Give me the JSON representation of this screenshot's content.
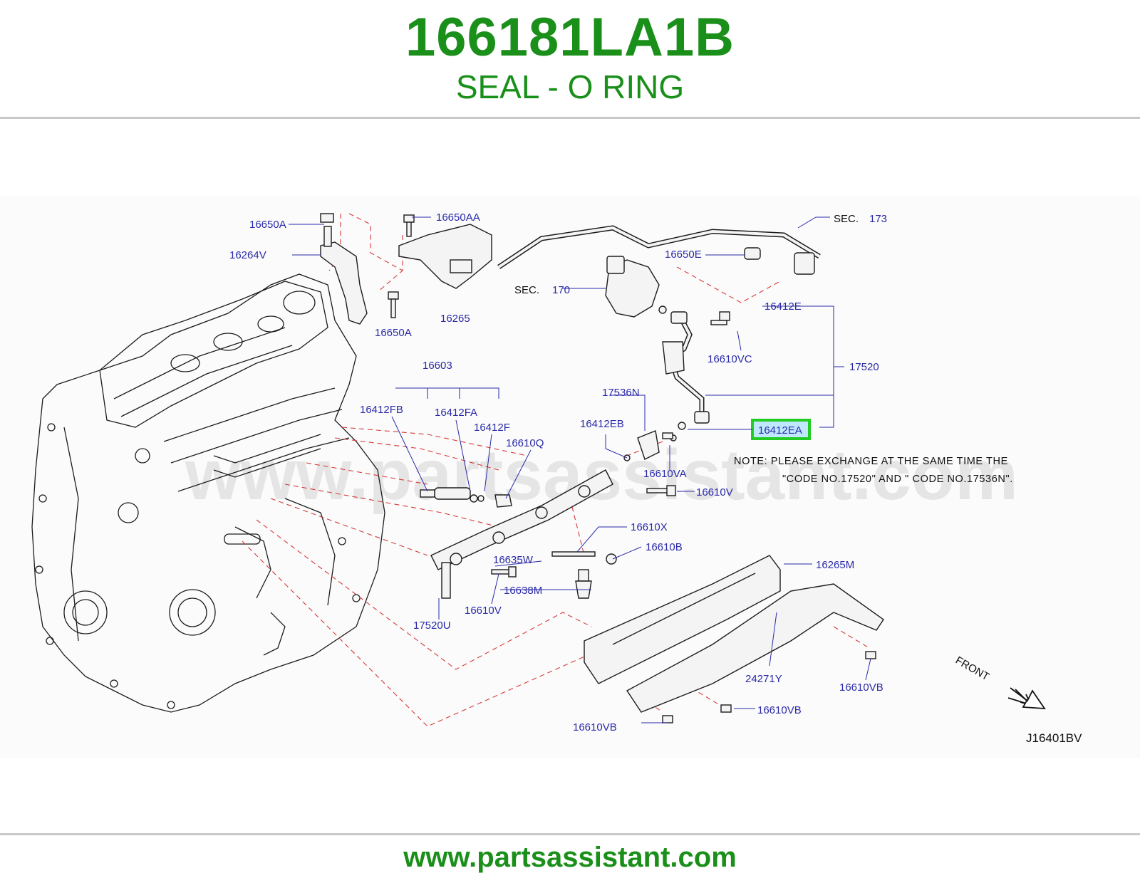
{
  "header": {
    "part_number": "166181LA1B",
    "part_name": "SEAL - O RING"
  },
  "diagram": {
    "code": "J16401BV",
    "front_label": "FRONT",
    "sec_labels": [
      {
        "prefix": "SEC.",
        "number": "173"
      },
      {
        "prefix": "SEC.",
        "number": "170"
      }
    ],
    "note_line1": "NOTE:  PLEASE  EXCHANGE  AT  THE  SAME  TIME  THE",
    "note_line2": "\"CODE  NO.17520\"  AND  \"  CODE  NO.17536N\".",
    "highlighted_part": "16412EA",
    "parts": [
      "16650A",
      "16650AA",
      "16264V",
      "16265",
      "16650A",
      "16650E",
      "16412E",
      "16610VC",
      "17520",
      "16603",
      "16412FB",
      "16412FA",
      "16412F",
      "16610Q",
      "17536N",
      "16412EB",
      "16610VA",
      "16610V",
      "16610X",
      "16610B",
      "16635W",
      "16638M",
      "16610V",
      "17520U",
      "16265M",
      "24271Y",
      "16610VB",
      "16610VB",
      "16610VB"
    ]
  },
  "watermark": "www.partsassistant.com",
  "footer": {
    "url": "www.partsassistant.com"
  },
  "colors": {
    "title_green": "#1a8f1a",
    "label_blue": "#2a2aa8",
    "highlight_green": "#22cc22",
    "highlight_fill": "#bfe8ff",
    "dash_red": "#d63a3a"
  }
}
